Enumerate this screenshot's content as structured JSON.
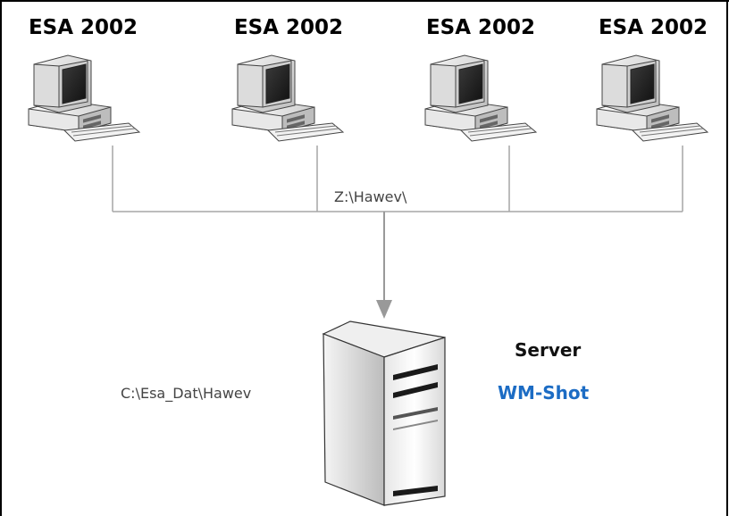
{
  "clients": [
    {
      "label": "ESA 2002"
    },
    {
      "label": "ESA 2002"
    },
    {
      "label": "ESA 2002"
    },
    {
      "label": "ESA 2002"
    }
  ],
  "network": {
    "share_path": "Z:\\Hawev\\"
  },
  "server": {
    "local_path": "C:\\Esa_Dat\\Hawev",
    "title": "Server",
    "name": "WM-Shot",
    "name_color": "#1c6cc4"
  },
  "colors": {
    "line": "#a6a6a6",
    "arrow": "#999999"
  },
  "icons": [
    "desktop-computer-icon",
    "server-tower-icon"
  ]
}
